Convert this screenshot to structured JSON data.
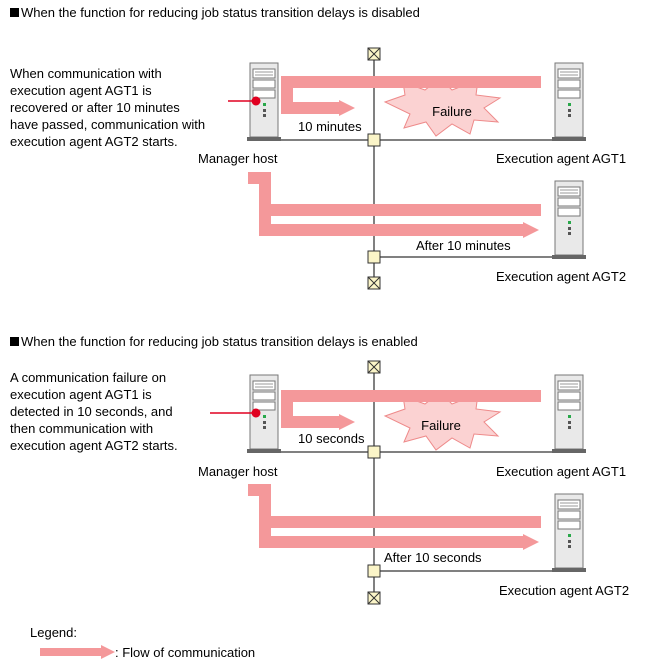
{
  "colors": {
    "flow": "#f4989a",
    "failure_fill": "#fbd2d2",
    "failure_stroke": "#ee8a8a",
    "server_body": "#e9e9e9",
    "indicator": "#e00020"
  },
  "sections": [
    {
      "heading": "When the function for reducing job status transition delays is disabled",
      "note_lines": [
        "When communication with",
        "execution agent AGT1 is",
        "recovered or after 10 minutes",
        "have passed, communication with",
        "execution agent AGT2 starts."
      ],
      "manager_label": "Manager host",
      "agent1_label": "Execution agent AGT1",
      "agent2_label": "Execution agent AGT2",
      "failure_label": "Failure",
      "wait_label": "10 minutes",
      "after_label": "After 10 minutes"
    },
    {
      "heading": "When the function for reducing job status transition delays is enabled",
      "note_lines": [
        "A communication failure on",
        "execution agent AGT1 is",
        "detected in 10 seconds, and",
        "then communication with",
        "execution agent AGT2 starts."
      ],
      "manager_label": "Manager host",
      "agent1_label": "Execution agent AGT1",
      "agent2_label": "Execution agent AGT2",
      "failure_label": "Failure",
      "wait_label": "10 seconds",
      "after_label": "After 10 seconds"
    }
  ],
  "legend": {
    "title": "Legend:",
    "flow_label": ": Flow of communication"
  }
}
